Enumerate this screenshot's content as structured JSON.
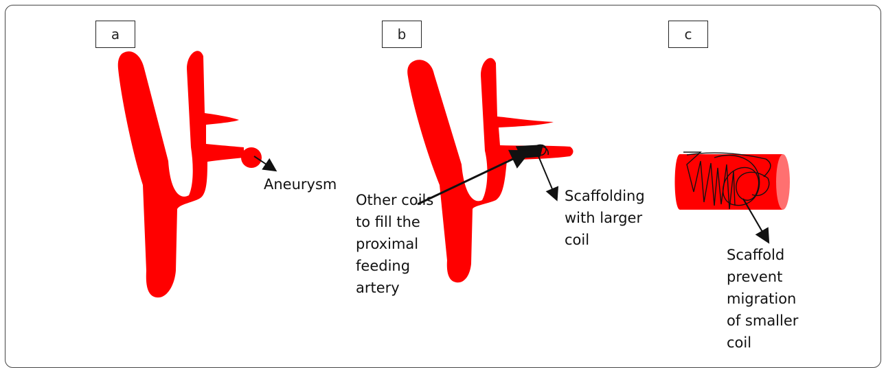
{
  "panels": {
    "a": {
      "label": "a",
      "annotation": "Aneurysm"
    },
    "b": {
      "label": "b",
      "annotations": {
        "other_coils": [
          "Other coils",
          "to fill the",
          "proximal",
          "feeding",
          "artery"
        ],
        "scaffolding": [
          "Scaffolding",
          "with larger",
          "coil"
        ]
      }
    },
    "c": {
      "label": "c",
      "annotation": [
        "Scaffold",
        "prevent",
        "migration",
        "of smaller",
        "coil"
      ]
    }
  },
  "colors": {
    "vessel": "#ff0000",
    "vessel_end": "#ff7070",
    "coil": "#111111",
    "frame": "#444444"
  }
}
